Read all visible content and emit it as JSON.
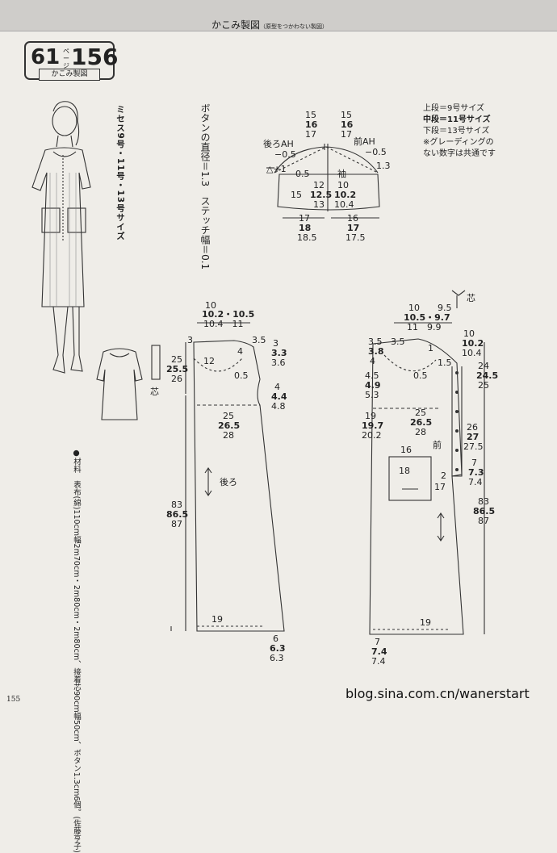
{
  "header": {
    "title": "かこみ製図",
    "subtitle": "（原型をつかわない製図）"
  },
  "page_ref": {
    "page": "61",
    "page_suffix": "ページ",
    "item": "156",
    "label": "かこみ製図"
  },
  "size_note": "ミセス9号・11号・13号サイズ",
  "button_note": "ボタンの直径＝1.3　ステッチ幅＝0.1",
  "legend": {
    "top": "上段＝9号サイズ",
    "mid": "中段＝11号サイズ",
    "low": "下段＝13号サイズ",
    "note1": "※グレーディングの",
    "note2": "ない数字は共通です"
  },
  "material": "●材料　表布(綿)110cm幅2m70cm・2m80cm・2m80cm、接着芯90cm幅50cm、ボタン1.3cm6個。(佐藤亨子)",
  "watermark": "blog.sina.com.cn/wanerstart",
  "page_number": "155",
  "labels": {
    "sleeve": {
      "l15a": "15",
      "l16a": "16",
      "l17a": "17",
      "l15b": "15",
      "l16b": "16",
      "l17b": "17",
      "back_ah": "後ろAH",
      "back_ah_adj": "−0.5",
      "front_ah": "前AH",
      "front_ah_adj": "−0.5",
      "delta": "△+1",
      "v05": "0.5",
      "v13": "1.3",
      "sleeve": "袖",
      "c15": "15",
      "c12": "12",
      "c125": "12.5",
      "c13": "13",
      "c10": "10",
      "c102": "10.2",
      "c104": "10.4",
      "b17a": "17",
      "b18": "18",
      "b185": "18.5",
      "b16": "16",
      "b17b": "17",
      "b175": "17.5"
    },
    "back": {
      "t10": "10",
      "t102_105": "10.2・10.5",
      "t104_11": "10.4　11",
      "n3": "3",
      "n35": "3.5",
      "n12": "12",
      "n4": "4",
      "n05": "0.5",
      "r3": "3",
      "r33": "3.3",
      "r36": "3.6",
      "r4a": "4",
      "r44": "4.4",
      "r48": "4.8",
      "l25": "25",
      "l255": "25.5",
      "l26": "26",
      "m25": "25",
      "m265": "26.5",
      "m28": "28",
      "back": "後ろ",
      "l83": "83",
      "l865": "86.5",
      "l87": "87",
      "b19": "19",
      "b6": "6",
      "b63a": "6.3",
      "b63b": "6.3",
      "interfacing": "芯"
    },
    "front": {
      "t10": "10",
      "t95": "9.5",
      "t105_97": "10.5・9.7",
      "t11_99": "11　9.9",
      "n35": "3.5",
      "n38": "3.8",
      "n4": "4",
      "n35b": "3.5",
      "n1": "1",
      "n05": "0.5",
      "n15": "1.5",
      "l45": "4.5",
      "l49": "4.9",
      "l53": "5.3",
      "r10": "10",
      "r102": "10.2",
      "r104": "10.4",
      "r24": "24",
      "r245": "24.5",
      "r25": "25",
      "l19": "19",
      "l197": "19.7",
      "l202": "20.2",
      "m25": "25",
      "m265": "26.5",
      "m28": "28",
      "r26": "26",
      "r27": "27",
      "r275": "27.5",
      "front": "前",
      "p16": "16",
      "p18": "18",
      "p2": "2",
      "p17": "17",
      "r7": "7",
      "r73": "7.3",
      "r74": "7.4",
      "r83": "83",
      "r865": "86.5",
      "r87": "87",
      "b19": "19",
      "b7": "7",
      "b74a": "7.4",
      "b74b": "7.4",
      "interfacing": "芯"
    }
  }
}
